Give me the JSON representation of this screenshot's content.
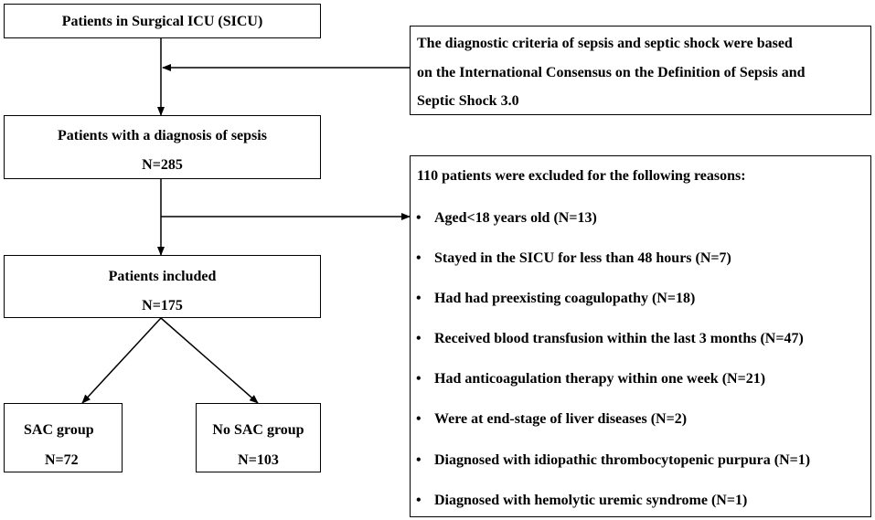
{
  "flowchart": {
    "sicu_box": {
      "title": "Patients in Surgical ICU (SICU)"
    },
    "criteria_box": {
      "lines": [
        "The diagnostic criteria of sepsis and septic shock were based",
        "on the International Consensus on the Definition of Sepsis and",
        "Septic Shock 3.0"
      ]
    },
    "sepsis_box": {
      "title": "Patients with a diagnosis of sepsis",
      "count": "N=285"
    },
    "excluded_box": {
      "title": "110 patients were excluded for the following reasons:",
      "bullet_symbol": "•",
      "reasons": [
        "Aged<18 years old (N=13)",
        "Stayed in the SICU for less than 48 hours (N=7)",
        "Had had preexisting coagulopathy (N=18)",
        "Received blood transfusion within the last 3 months (N=47)",
        "Had anticoagulation therapy within one week (N=21)",
        "Were at end-stage of liver diseases (N=2)",
        "Diagnosed with idiopathic thrombocytopenic purpura (N=1)",
        "Diagnosed with hemolytic uremic syndrome (N=1)"
      ]
    },
    "included_box": {
      "title": "Patients included",
      "count": "N=175"
    },
    "sac_box": {
      "title": "SAC group",
      "count": "N=72"
    },
    "nosac_box": {
      "title": "No SAC group",
      "count": "N=103"
    },
    "colors": {
      "line": "#000000",
      "background": "#ffffff"
    }
  }
}
